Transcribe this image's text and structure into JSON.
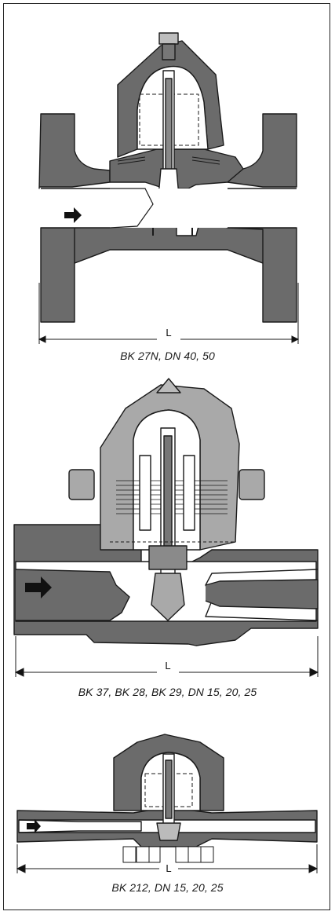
{
  "figures": [
    {
      "caption": "BK 27N, DN 40, 50",
      "dimension_label": "L"
    },
    {
      "caption": "BK 37, BK 28, BK 29, DN 15, 20, 25",
      "dimension_label": "L"
    },
    {
      "caption": "BK 212, DN 15, 20, 25",
      "dimension_label": "L"
    }
  ],
  "colors": {
    "dark_body": "#6b6b6b",
    "light_body": "#a9a9a9",
    "outline": "#1a1a1a",
    "bore": "#ffffff"
  }
}
